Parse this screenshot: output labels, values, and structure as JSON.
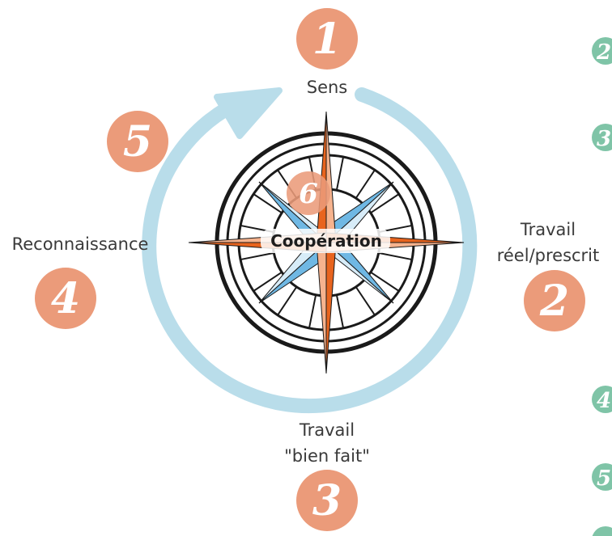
{
  "labels": {
    "sens": "Sens",
    "travail_reel_line1": "Travail",
    "travail_reel_line2": "réel/prescrit",
    "travail_bien_line1": "Travail",
    "travail_bien_line2": "\"bien fait\"",
    "reconnaissance": "Reconnaissance",
    "cooperation": "Coopération"
  },
  "badges": {
    "b1": "1",
    "b2": "2",
    "b3": "3",
    "b4": "4",
    "b5": "5",
    "b6": "6"
  },
  "side_badges": [
    "2",
    "3",
    "4",
    "5"
  ],
  "colors": {
    "badge": "#EB9B7A",
    "side_badge": "#7FC4A7",
    "cycle_arrow": "#B9DDEA",
    "compass_orange": "#E8641E",
    "compass_blue": "#6FB8E4",
    "compass_ring": "#1a1a1a"
  }
}
